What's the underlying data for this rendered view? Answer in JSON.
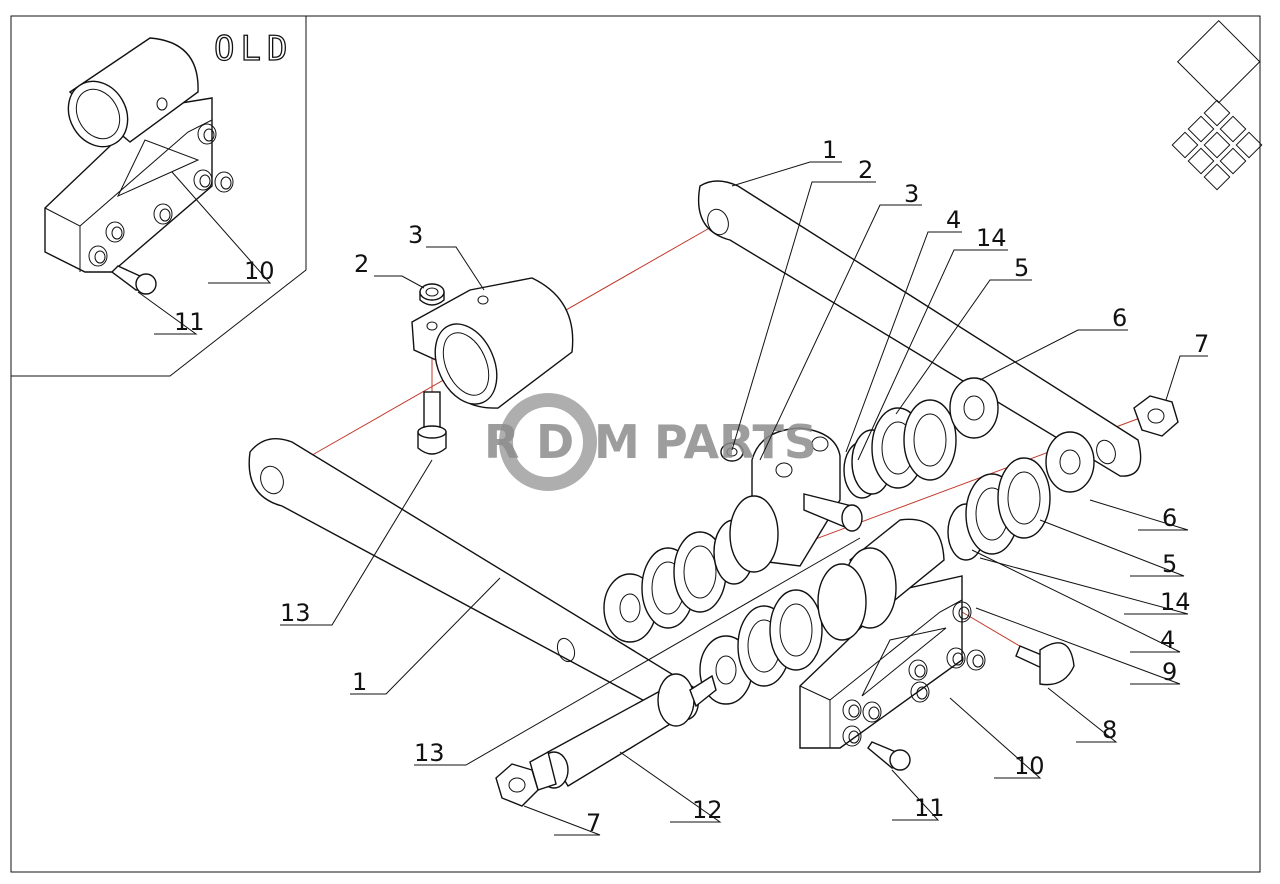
{
  "diagram": {
    "inset_label": "OLD",
    "watermark": {
      "letters": [
        "R",
        "D",
        "M"
      ],
      "word": "PARTS"
    },
    "callouts": {
      "c1_top": "1",
      "c2_top": "2",
      "c3_top": "3",
      "c4_top": "4",
      "c14_top": "14",
      "c5_top": "5",
      "c6_top": "6",
      "c7_right": "7",
      "c3_left": "3",
      "c2_left": "2",
      "c13_left": "13",
      "c1_left": "1",
      "c13_bottom": "13",
      "c7_bottom": "7",
      "c12": "12",
      "c11": "11",
      "c10": "10",
      "c8": "8",
      "c9": "9",
      "c4_right": "4",
      "c14_right": "14",
      "c5_right": "5",
      "c6_right": "6",
      "c10_inset": "10",
      "c11_inset": "11"
    },
    "colors": {
      "line": "#111111",
      "axis": "#c0392b",
      "watermark": "#8c8c8c"
    }
  }
}
